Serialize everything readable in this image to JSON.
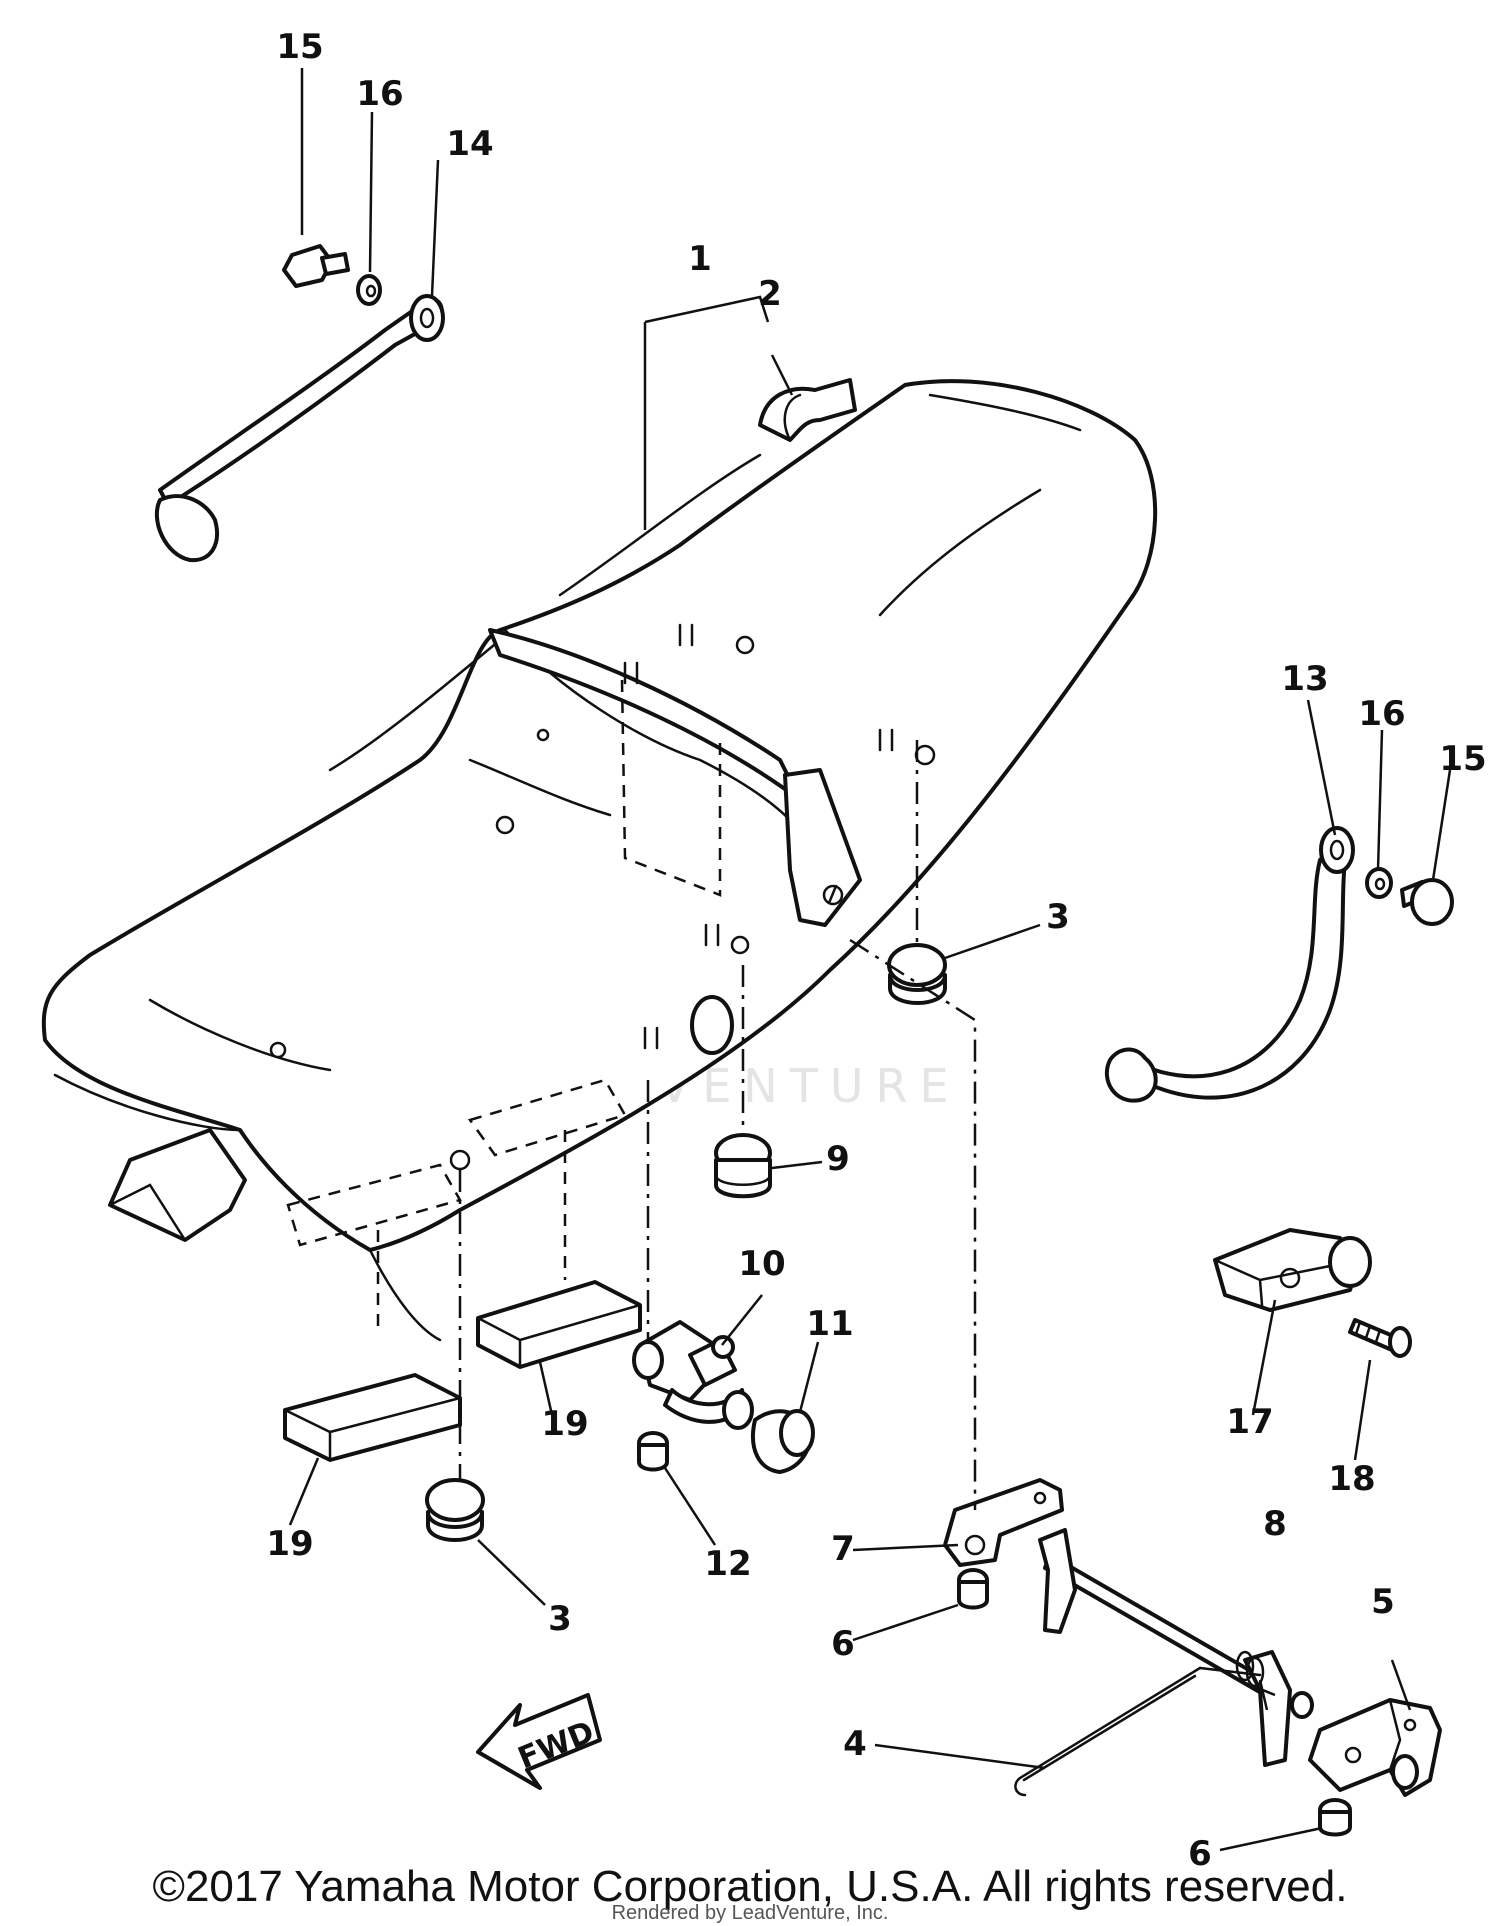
{
  "diagram": {
    "callouts": {
      "c1": "1",
      "c2": "2",
      "c3a": "3",
      "c3b": "3",
      "c4": "4",
      "c5": "5",
      "c6a": "6",
      "c6b": "6",
      "c7": "7",
      "c8": "8",
      "c9": "9",
      "c10": "10",
      "c11": "11",
      "c12": "12",
      "c13": "13",
      "c14": "14",
      "c15a": "15",
      "c15b": "15",
      "c16a": "16",
      "c16b": "16",
      "c17": "17",
      "c18": "18",
      "c19a": "19",
      "c19b": "19"
    },
    "direction_label": "FWD",
    "watermark": "LEADVENTURE"
  },
  "footer": {
    "copyright": "©2017 Yamaha Motor Corporation, U.S.A. All rights reserved.",
    "rendered_by": "Rendered by LeadVenture, Inc."
  }
}
